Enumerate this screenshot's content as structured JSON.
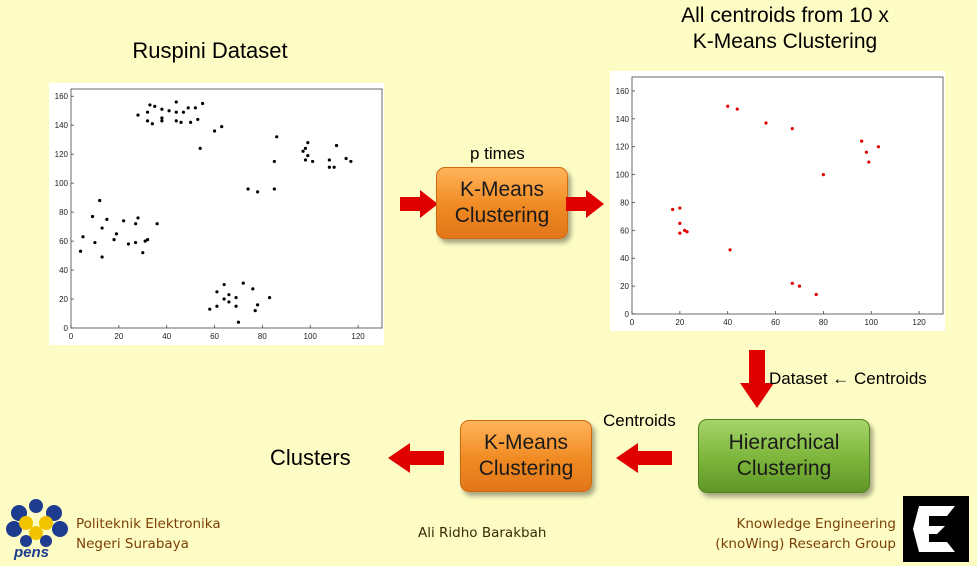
{
  "colors": {
    "background": "#fdfcc4",
    "arrow": "#e00000",
    "box_orange": "#f08a22",
    "box_green": "#7cb53a",
    "centroid": "#e00000",
    "footer_text": "#7a3f06"
  },
  "left_title": "Ruspini Dataset",
  "right_title": {
    "line1": "All centroids from 10 x",
    "line2": "K-Means Clustering"
  },
  "p_times_label": "p times",
  "kmeans_box_top": {
    "line1": "K-Means",
    "line2": "Clustering"
  },
  "dataset_label": "Dataset ← Centroids",
  "centroids_label": "Centroids",
  "hierarchical_box": {
    "line1": "Hierarchical",
    "line2": "Clustering"
  },
  "kmeans_box_bottom": {
    "line1": "K-Means",
    "line2": "Clustering"
  },
  "clusters_label": "Clusters",
  "footer": {
    "institution": {
      "line1": "Politeknik Elektronika",
      "line2": "Negeri Surabaya"
    },
    "logo_text": "pens",
    "author": "Ali Ridho Barakbah",
    "group": {
      "line1": "Knowledge Engineering",
      "line2": "(knoWing) Research Group"
    }
  },
  "chart_data": [
    {
      "type": "scatter",
      "name": "Ruspini Dataset",
      "xlim": [
        0,
        130
      ],
      "ylim": [
        0,
        165
      ],
      "xticks": [
        "0",
        "20",
        "40",
        "60",
        "80",
        "100",
        "120"
      ],
      "yticks": [
        "0",
        "20",
        "40",
        "60",
        "80",
        "100",
        "120",
        "140",
        "160"
      ],
      "points": [
        [
          4,
          53
        ],
        [
          5,
          63
        ],
        [
          10,
          59
        ],
        [
          9,
          77
        ],
        [
          13,
          49
        ],
        [
          13,
          69
        ],
        [
          12,
          88
        ],
        [
          15,
          75
        ],
        [
          18,
          61
        ],
        [
          19,
          65
        ],
        [
          22,
          74
        ],
        [
          27,
          72
        ],
        [
          24,
          58
        ],
        [
          27,
          59
        ],
        [
          28,
          76
        ],
        [
          30,
          52
        ],
        [
          31,
          60
        ],
        [
          32,
          61
        ],
        [
          36,
          72
        ],
        [
          28,
          147
        ],
        [
          32,
          149
        ],
        [
          35,
          153
        ],
        [
          33,
          154
        ],
        [
          38,
          151
        ],
        [
          41,
          150
        ],
        [
          38,
          145
        ],
        [
          38,
          143
        ],
        [
          32,
          143
        ],
        [
          34,
          141
        ],
        [
          44,
          156
        ],
        [
          44,
          149
        ],
        [
          44,
          143
        ],
        [
          46,
          142
        ],
        [
          47,
          149
        ],
        [
          49,
          152
        ],
        [
          50,
          142
        ],
        [
          53,
          144
        ],
        [
          52,
          152
        ],
        [
          55,
          155
        ],
        [
          54,
          124
        ],
        [
          60,
          136
        ],
        [
          63,
          139
        ],
        [
          86,
          132
        ],
        [
          85,
          115
        ],
        [
          85,
          96
        ],
        [
          78,
          94
        ],
        [
          74,
          96
        ],
        [
          97,
          122
        ],
        [
          98,
          116
        ],
        [
          98,
          124
        ],
        [
          99,
          119
        ],
        [
          99,
          128
        ],
        [
          101,
          115
        ],
        [
          108,
          111
        ],
        [
          110,
          111
        ],
        [
          108,
          116
        ],
        [
          111,
          126
        ],
        [
          115,
          117
        ],
        [
          117,
          115
        ],
        [
          70,
          4
        ],
        [
          77,
          12
        ],
        [
          83,
          21
        ],
        [
          61,
          15
        ],
        [
          69,
          15
        ],
        [
          78,
          16
        ],
        [
          66,
          18
        ],
        [
          58,
          13
        ],
        [
          64,
          20
        ],
        [
          69,
          21
        ],
        [
          66,
          23
        ],
        [
          61,
          25
        ],
        [
          76,
          27
        ],
        [
          72,
          31
        ],
        [
          64,
          30
        ]
      ]
    },
    {
      "type": "scatter",
      "name": "All centroids from 10 x K-Means Clustering",
      "xlim": [
        0,
        130
      ],
      "ylim": [
        0,
        170
      ],
      "xticks": [
        "0",
        "20",
        "40",
        "60",
        "80",
        "100",
        "120"
      ],
      "yticks": [
        "0",
        "20",
        "40",
        "60",
        "80",
        "100",
        "120",
        "140",
        "160"
      ],
      "points": [
        [
          40,
          149
        ],
        [
          44,
          147
        ],
        [
          56,
          137
        ],
        [
          67,
          133
        ],
        [
          17,
          75
        ],
        [
          20,
          76
        ],
        [
          20,
          65
        ],
        [
          20,
          58
        ],
        [
          22,
          60
        ],
        [
          23,
          59
        ],
        [
          96,
          124
        ],
        [
          98,
          116
        ],
        [
          99,
          109
        ],
        [
          103,
          120
        ],
        [
          80,
          100
        ],
        [
          41,
          46
        ],
        [
          67,
          22
        ],
        [
          70,
          20
        ],
        [
          77,
          14
        ]
      ]
    }
  ]
}
